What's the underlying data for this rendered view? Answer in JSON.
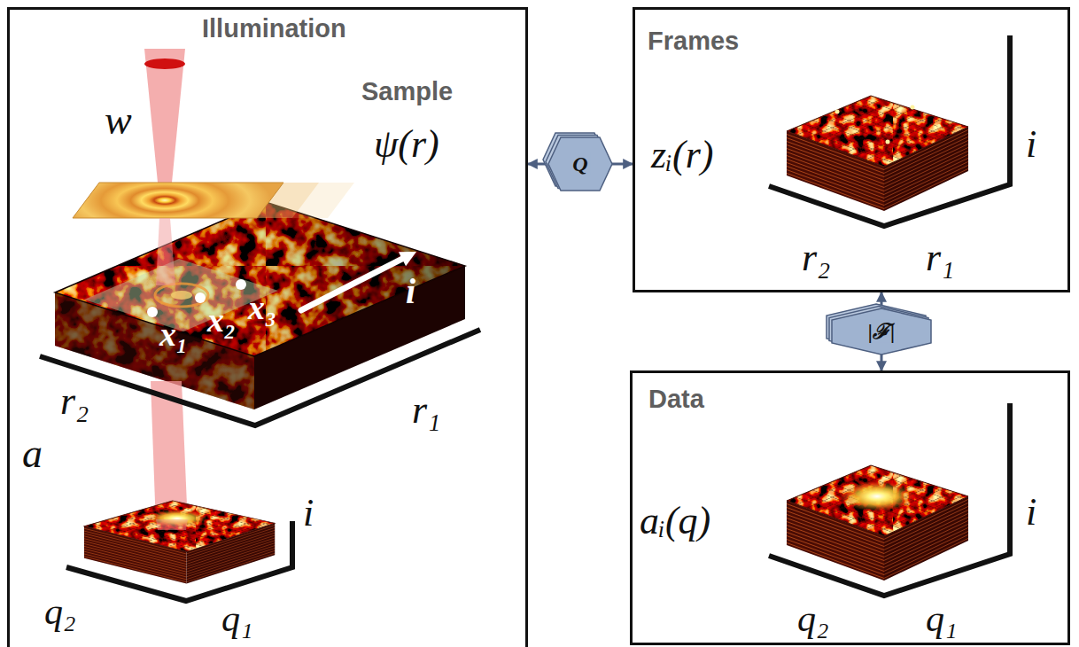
{
  "diagram": {
    "nodes": [
      {
        "text": [
          "Illumination",
          "Sample"
        ]
      },
      {
        "text": [
          "Frames"
        ]
      },
      {
        "text": [
          "Data"
        ]
      }
    ],
    "edges": [
      {
        "from": 0,
        "to": 1,
        "arrow": "both",
        "label": "Q"
      },
      {
        "from": 1,
        "to": 2,
        "arrow": "both",
        "label": "|ℱ|"
      }
    ],
    "labels": [
      "w",
      "ψ(r)",
      "x₁",
      "x₂",
      "x₃",
      "i",
      "r₂",
      "r₁",
      "a",
      "i",
      "q₂",
      "q₁",
      "zᵢ(r)",
      "i",
      "r₂",
      "r₁",
      "aᵢ(q)",
      "i",
      "q₂",
      "q₁"
    ]
  }
}
